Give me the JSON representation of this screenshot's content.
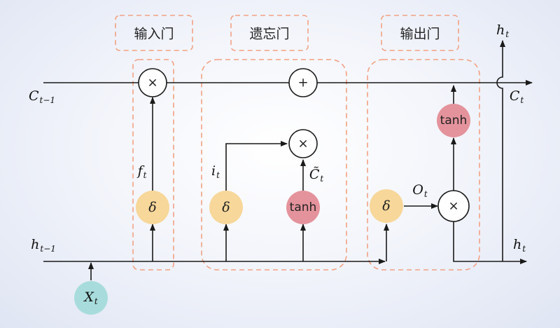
{
  "gates": {
    "input_gate": "输入门",
    "forget_gate": "遗忘门",
    "output_gate": "输出门"
  },
  "variables": {
    "c_prev": {
      "base": "C",
      "sub": "t−1"
    },
    "c_t": {
      "base": "C",
      "sub": "t"
    },
    "h_prev": {
      "base": "h",
      "sub": "t−1"
    },
    "h_t_top": {
      "base": "h",
      "sub": "t"
    },
    "h_t_right": {
      "base": "h",
      "sub": "t"
    },
    "x_t": {
      "base": "X",
      "sub": "t"
    },
    "f_t": {
      "base": "f",
      "sub": "t"
    },
    "i_t": {
      "base": "i",
      "sub": "t"
    },
    "c_tilde": {
      "base": "C̃",
      "sub": "t"
    },
    "o_t": {
      "base": "O",
      "sub": "t"
    }
  },
  "nodes": {
    "sigma": "δ",
    "tanh": "tanh",
    "multiply": "×",
    "add": "+"
  },
  "colors": {
    "sigma_fill": "#f7d79a",
    "tanh_fill": "#e4939c",
    "x_fill": "#a8dcdc",
    "dashed_border": "#f2a184",
    "line": "#1a1a1a"
  }
}
